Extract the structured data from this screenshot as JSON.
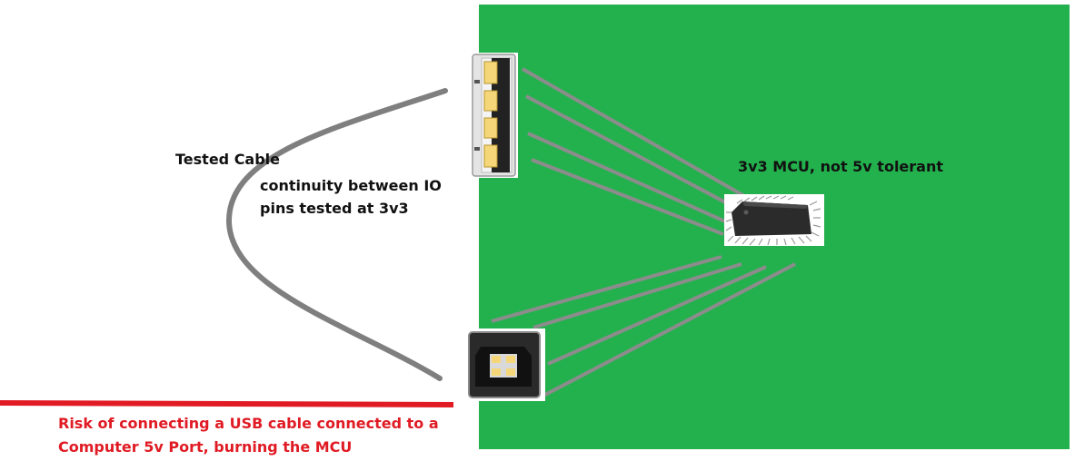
{
  "labels": {
    "tested_cable": "Tested Cable",
    "continuity_line1": "continuity between IO",
    "continuity_line2": "pins tested at 3v3",
    "mcu": "3v3 MCU, not 5v tolerant",
    "risk_line1": "Risk of connecting a USB cable connected to a",
    "risk_line2": "Computer 5v Port, burning the MCU"
  },
  "colors": {
    "board": "#23b14d",
    "wire": "#8c8c8c",
    "cable": "#7f7f7f",
    "risk": "#e01b24",
    "label": "#111111"
  },
  "icons": {
    "usb_a": "usb-a-connector-icon",
    "usb_b": "usb-b-connector-icon",
    "mcu": "qfp-chip-icon"
  }
}
